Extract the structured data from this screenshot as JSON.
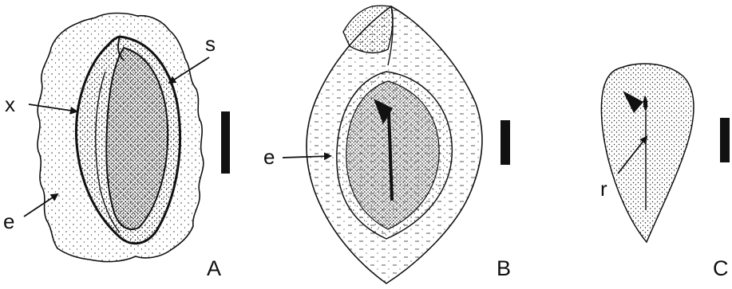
{
  "figure": {
    "panels": [
      {
        "panel_label": "A",
        "callouts": [
          {
            "key": "s",
            "text": "s"
          },
          {
            "key": "x",
            "text": "x"
          },
          {
            "key": "e",
            "text": "e"
          }
        ]
      },
      {
        "panel_label": "B",
        "callouts": [
          {
            "key": "e",
            "text": "e"
          }
        ]
      },
      {
        "panel_label": "C",
        "callouts": [
          {
            "key": "r",
            "text": "r"
          }
        ]
      }
    ]
  },
  "colors": {
    "ink": "#111111",
    "background": "#ffffff"
  }
}
